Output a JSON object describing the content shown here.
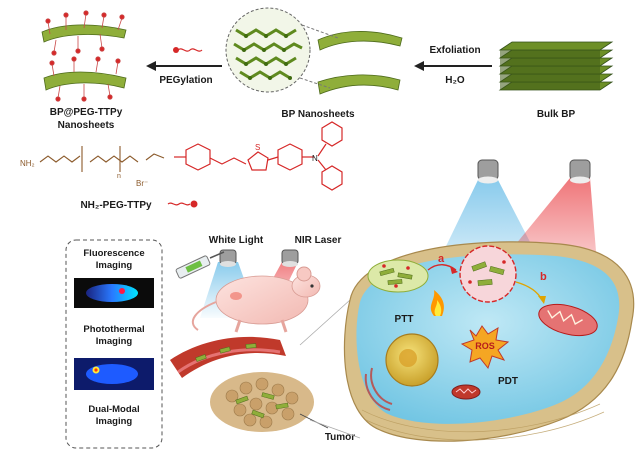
{
  "figure": {
    "top_row": {
      "bulk_label": "Bulk BP",
      "exfoliation_label": "Exfoliation",
      "water_label": "H₂O",
      "nanosheets_label": "BP Nanosheets",
      "pegylation_label": "PEGylation",
      "product_label_line1": "BP@PEG-TTPy",
      "product_label_line2": "Nanosheets"
    },
    "structure": {
      "nh2_left": "NH₂",
      "repeat_n": "n",
      "bromide": "Br⁻",
      "sulfur": "S",
      "nitrogen_plus": "N",
      "legend_label": "NH₂-PEG-TTPy"
    },
    "imaging": {
      "fluorescence_line1": "Fluorescence",
      "fluorescence_line2": "Imaging",
      "photothermal_line1": "Photothermal",
      "photothermal_line2": "Imaging",
      "dual_line1": "Dual-Modal",
      "dual_line2": "Imaging"
    },
    "lights": {
      "white_light": "White Light",
      "nir_laser": "NIR Laser"
    },
    "cell": {
      "label_a": "a",
      "label_b": "b",
      "ptt": "PTT",
      "ros": "ROS",
      "pdt": "PDT",
      "tumor": "Tumor"
    },
    "colors": {
      "sheet_green": "#8fae3a",
      "sheet_dark": "#4e6b1c",
      "peg_red": "#d62828",
      "cell_blue": "#8fd3ea",
      "membrane": "#d8c08a",
      "nir_red": "#e8353a",
      "white_blue": "#3aa8e0"
    }
  }
}
